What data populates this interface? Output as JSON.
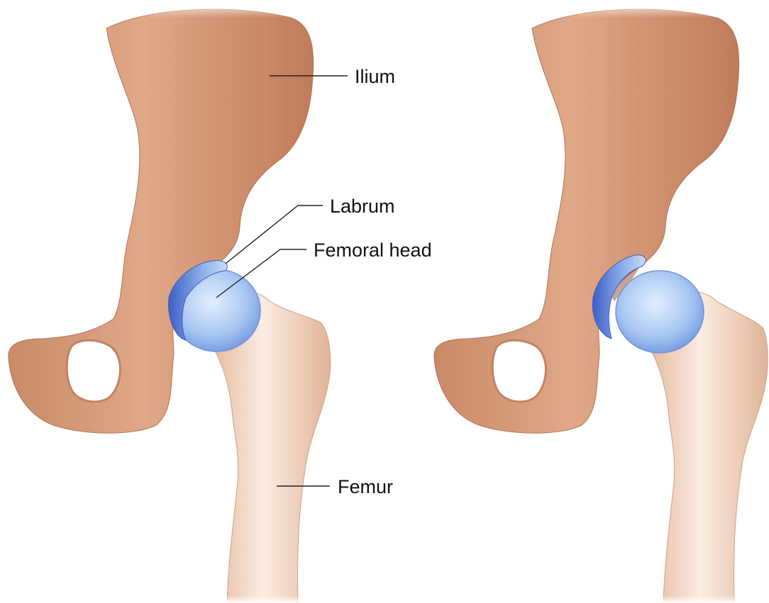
{
  "labels": {
    "ilium": "Ilium",
    "labrum": "Labrum",
    "femoral_head": "Femoral head",
    "femur": "Femur"
  },
  "colors": {
    "bone_pelvis": "#d69a78",
    "bone_pelvis_light": "#f3d2bd",
    "bone_pelvis_dark": "#b87455",
    "bone_femur": "#efcfb8",
    "bone_femur_light": "#fbeee4",
    "cartilage": "#9fc3ee",
    "cartilage_dark": "#4a6fc9",
    "cartilage_light": "#dbeafb",
    "background": "#ffffff"
  }
}
